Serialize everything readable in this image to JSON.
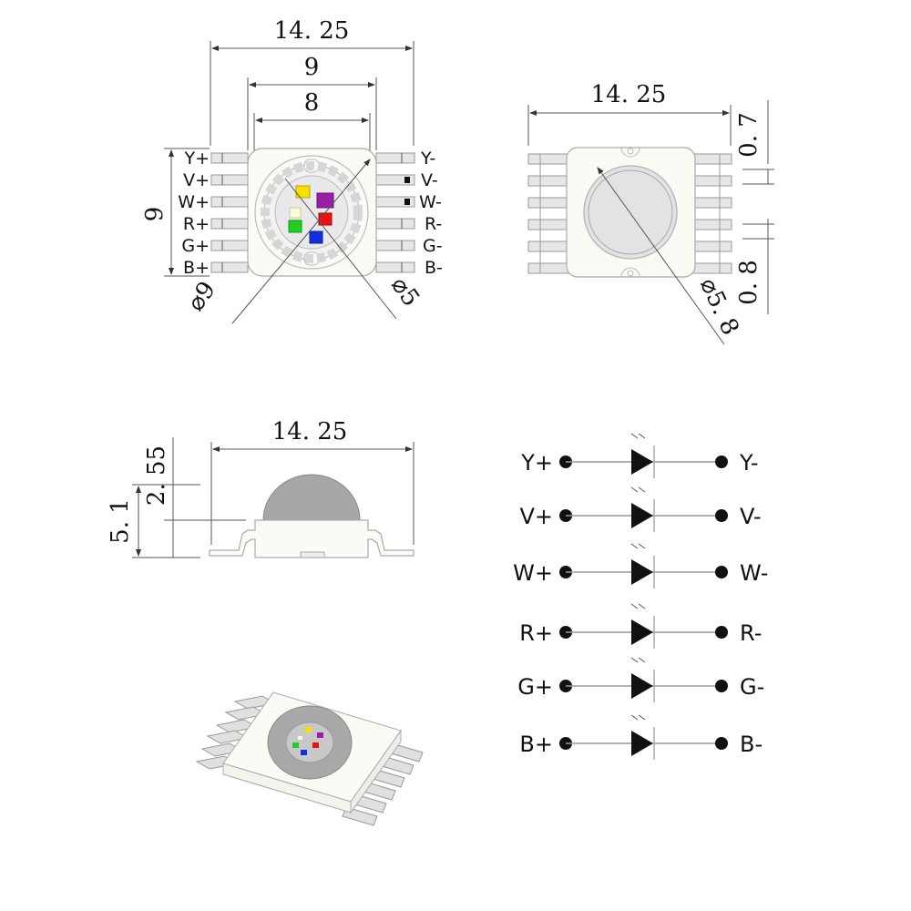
{
  "top_view": {
    "width_overall": "14. 25",
    "width_body": "9",
    "width_inner": "8",
    "height": "9",
    "diameter_outer": "⌀9",
    "diameter_inner": "⌀5",
    "pins_left": [
      "Y+",
      "V+",
      "W+",
      "R+",
      "G+",
      "B+"
    ],
    "pins_right": [
      "Y-",
      "V-",
      "W-",
      "R-",
      "G-",
      "B-"
    ],
    "chips": [
      {
        "name": "yellow",
        "color": "#f5e000"
      },
      {
        "name": "violet",
        "color": "#9b1fa5"
      },
      {
        "name": "white",
        "color": "#fbfbd8"
      },
      {
        "name": "red",
        "color": "#ee1111"
      },
      {
        "name": "green",
        "color": "#22cc22"
      },
      {
        "name": "blue",
        "color": "#1030e0"
      }
    ]
  },
  "bottom_view": {
    "width_overall": "14. 25",
    "pitch_top": "0. 7",
    "pitch_bottom": "0. 8",
    "lens_diameter": "⌀5. 8"
  },
  "side_view": {
    "width_overall": "14. 25",
    "lens_height": "2. 55",
    "total_height": "5. 1"
  },
  "schematic": {
    "rows": [
      {
        "anode": "Y+",
        "cathode": "Y-"
      },
      {
        "anode": "V+",
        "cathode": "V-"
      },
      {
        "anode": "W+",
        "cathode": "W-"
      },
      {
        "anode": "R+",
        "cathode": "R-"
      },
      {
        "anode": "G+",
        "cathode": "G-"
      },
      {
        "anode": "B+",
        "cathode": "B-"
      }
    ]
  }
}
